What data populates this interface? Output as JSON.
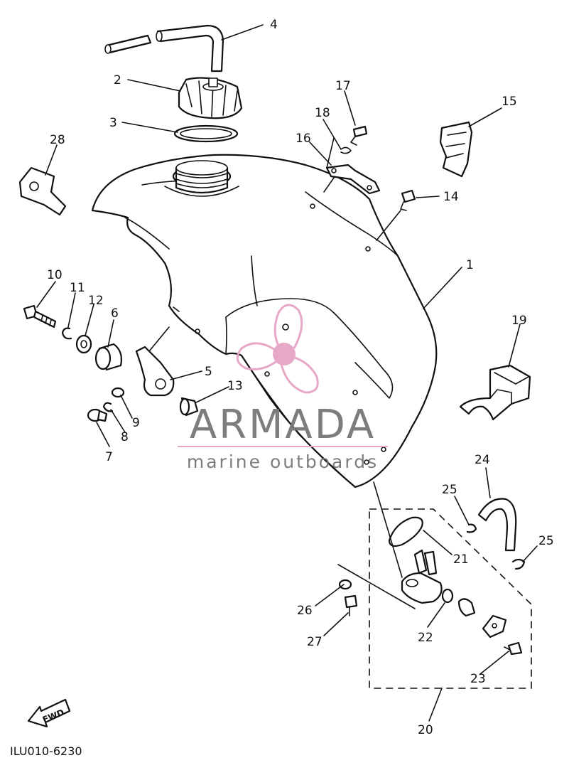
{
  "diagram": {
    "figure_code": "ILU010-6230",
    "fwd_label": "FWD",
    "callouts": [
      {
        "id": "1",
        "label": "1"
      },
      {
        "id": "2",
        "label": "2"
      },
      {
        "id": "3",
        "label": "3"
      },
      {
        "id": "4",
        "label": "4"
      },
      {
        "id": "5",
        "label": "5"
      },
      {
        "id": "6",
        "label": "6"
      },
      {
        "id": "7",
        "label": "7"
      },
      {
        "id": "8",
        "label": "8"
      },
      {
        "id": "9",
        "label": "9"
      },
      {
        "id": "10",
        "label": "10"
      },
      {
        "id": "11",
        "label": "11"
      },
      {
        "id": "12",
        "label": "12"
      },
      {
        "id": "13",
        "label": "13"
      },
      {
        "id": "14",
        "label": "14"
      },
      {
        "id": "15",
        "label": "15"
      },
      {
        "id": "16",
        "label": "16"
      },
      {
        "id": "17",
        "label": "17"
      },
      {
        "id": "18",
        "label": "18"
      },
      {
        "id": "19",
        "label": "19"
      },
      {
        "id": "20",
        "label": "20"
      },
      {
        "id": "21",
        "label": "21"
      },
      {
        "id": "22",
        "label": "22"
      },
      {
        "id": "23",
        "label": "23"
      },
      {
        "id": "24",
        "label": "24"
      },
      {
        "id": "25a",
        "label": "25"
      },
      {
        "id": "25b",
        "label": "25"
      },
      {
        "id": "26",
        "label": "26"
      },
      {
        "id": "27",
        "label": "27"
      },
      {
        "id": "28",
        "label": "28"
      }
    ]
  },
  "watermark": {
    "brand": "ARMADA",
    "tagline": "marine outboards",
    "logo_color": "#e6a3c4",
    "text_color": "#777777"
  }
}
